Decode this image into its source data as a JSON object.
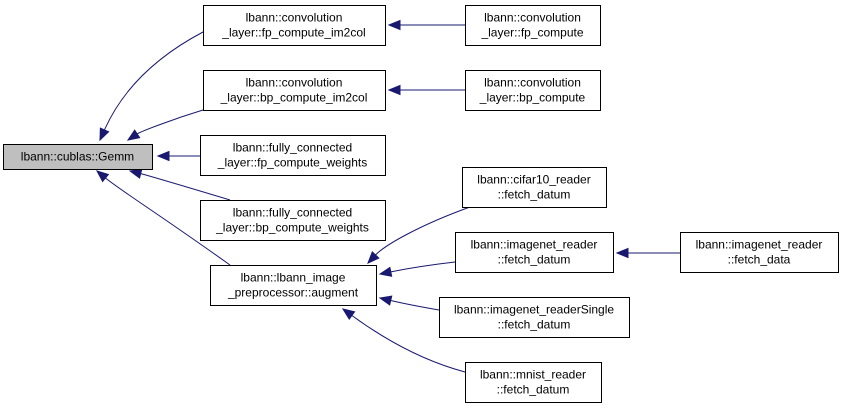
{
  "diagram": {
    "nodes": [
      {
        "id": "gemm",
        "lines": [
          "lbann::cublas::Gemm"
        ],
        "root": true
      },
      {
        "id": "fp_im2col",
        "lines": [
          "lbann::convolution",
          "_layer::fp_compute_im2col"
        ]
      },
      {
        "id": "bp_im2col",
        "lines": [
          "lbann::convolution",
          "_layer::bp_compute_im2col"
        ]
      },
      {
        "id": "fc_fp",
        "lines": [
          "lbann::fully_connected",
          "_layer::fp_compute_weights"
        ]
      },
      {
        "id": "fc_bp",
        "lines": [
          "lbann::fully_connected",
          "_layer::bp_compute_weights"
        ]
      },
      {
        "id": "augment",
        "lines": [
          "lbann::lbann_image",
          "_preprocessor::augment"
        ]
      },
      {
        "id": "fp_compute",
        "lines": [
          "lbann::convolution",
          "_layer::fp_compute"
        ]
      },
      {
        "id": "bp_compute",
        "lines": [
          "lbann::convolution",
          "_layer::bp_compute"
        ]
      },
      {
        "id": "cifar",
        "lines": [
          "lbann::cifar10_reader",
          "::fetch_datum"
        ]
      },
      {
        "id": "imagenet",
        "lines": [
          "lbann::imagenet_reader",
          "::fetch_datum"
        ]
      },
      {
        "id": "imagenet_single",
        "lines": [
          "lbann::imagenet_readerSingle",
          "::fetch_datum"
        ]
      },
      {
        "id": "mnist",
        "lines": [
          "lbann::mnist_reader",
          "::fetch_datum"
        ]
      },
      {
        "id": "fetch_data",
        "lines": [
          "lbann::imagenet_reader",
          "::fetch_data"
        ]
      }
    ],
    "edges": [
      {
        "from": "fp_im2col",
        "to": "gemm"
      },
      {
        "from": "bp_im2col",
        "to": "gemm"
      },
      {
        "from": "fc_fp",
        "to": "gemm"
      },
      {
        "from": "fc_bp",
        "to": "gemm"
      },
      {
        "from": "augment",
        "to": "gemm"
      },
      {
        "from": "fp_compute",
        "to": "fp_im2col"
      },
      {
        "from": "bp_compute",
        "to": "bp_im2col"
      },
      {
        "from": "cifar",
        "to": "augment"
      },
      {
        "from": "imagenet",
        "to": "augment"
      },
      {
        "from": "imagenet_single",
        "to": "augment"
      },
      {
        "from": "mnist",
        "to": "augment"
      },
      {
        "from": "fetch_data",
        "to": "imagenet"
      }
    ],
    "colors": {
      "edge": "#191970",
      "root_fill": "#bfbfbf",
      "node_fill": "#ffffff",
      "border": "#000000"
    }
  }
}
